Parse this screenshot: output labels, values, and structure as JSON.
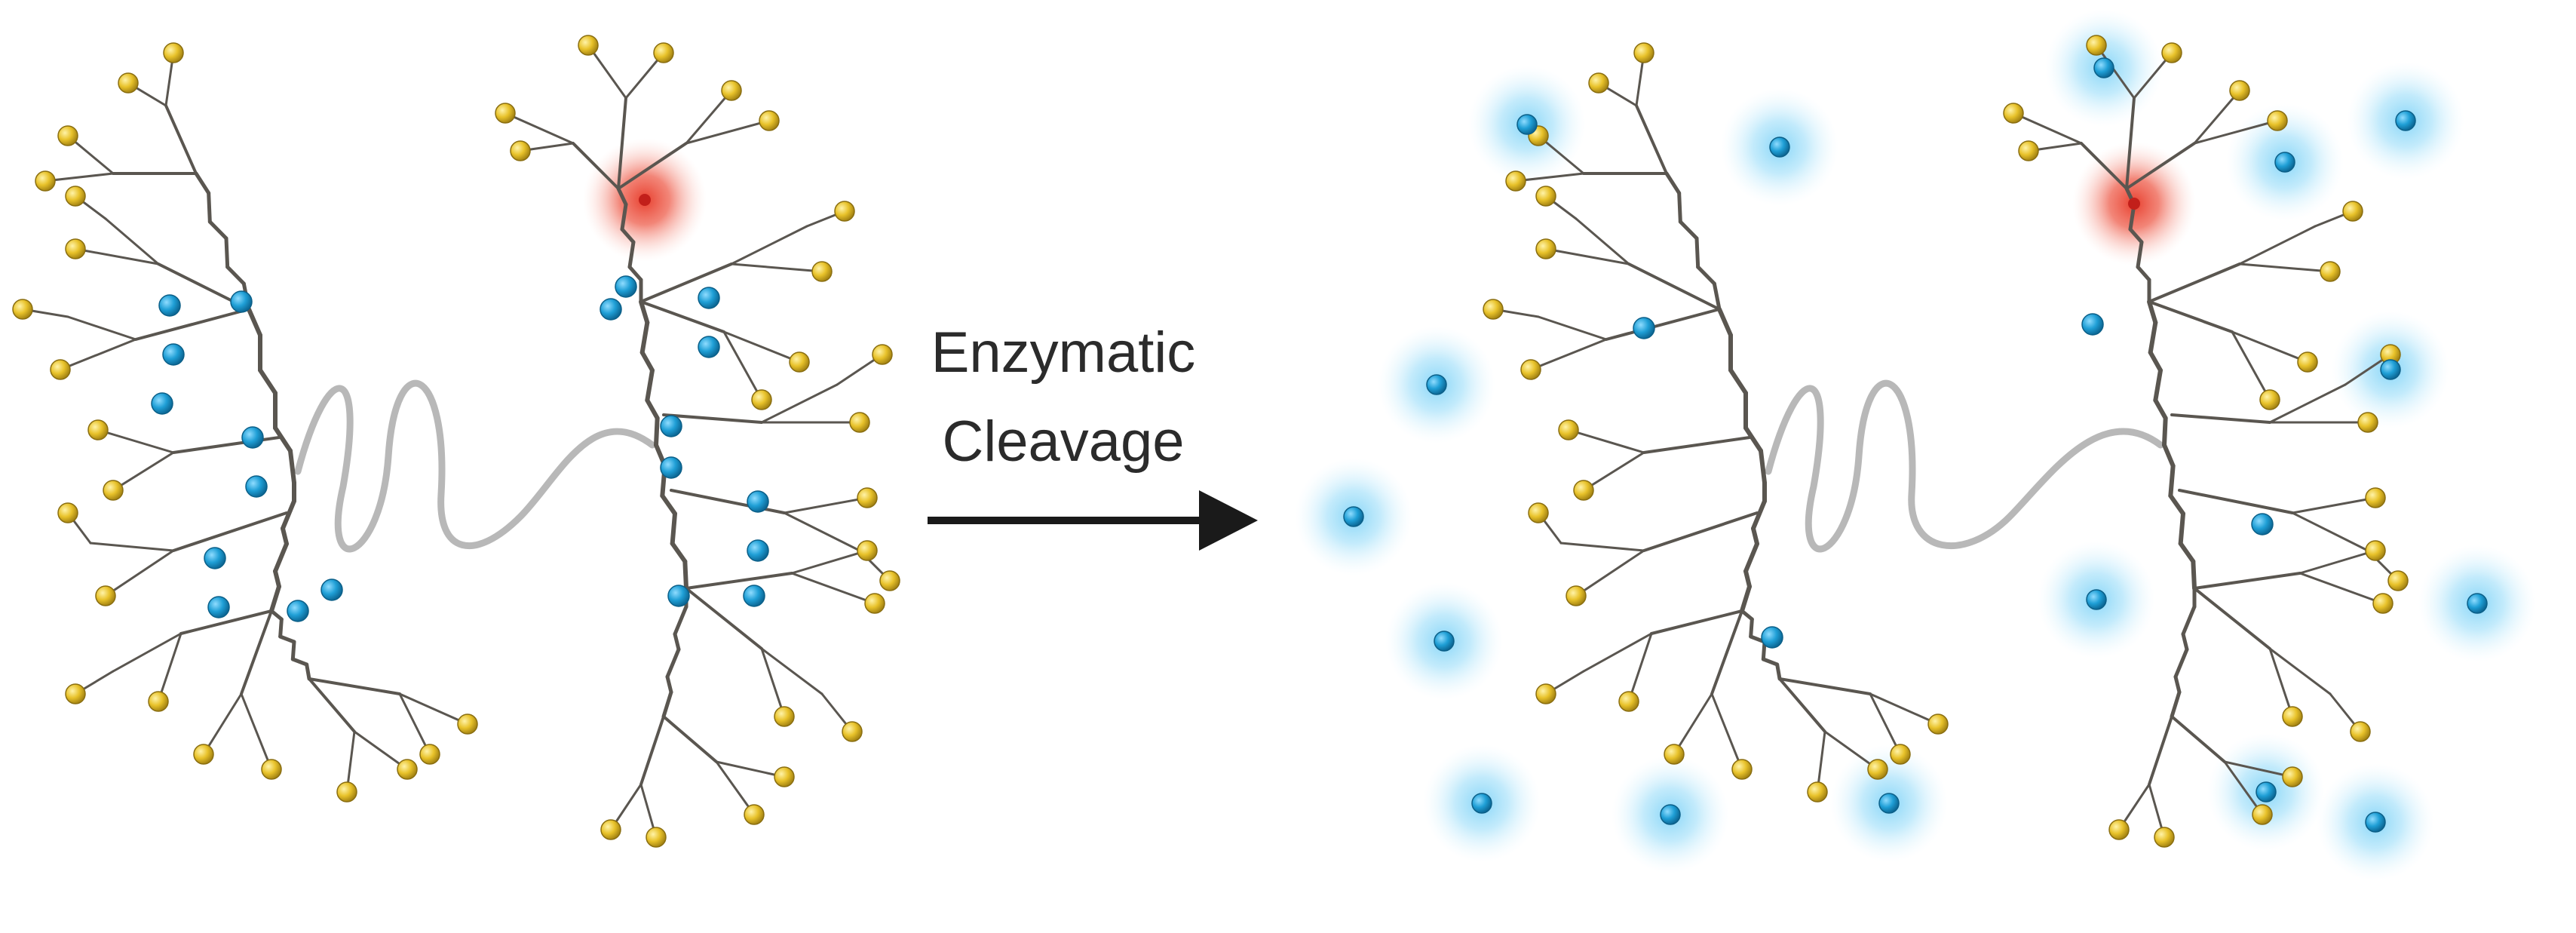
{
  "arrow_label": {
    "line1": "Enzymatic",
    "line2": "Cleavage"
  },
  "colors": {
    "background": "#ffffff",
    "backbone": "#5a5650",
    "linker": "#b8b8b8",
    "end_group": "#e8c22a",
    "payload": "#1f9fd6",
    "payload_glow": "#9fdcf5",
    "trigger": "#d9322a",
    "trigger_glow": "#f39a8a",
    "arrow": "#1a1a1a"
  },
  "icons": {
    "end_group": "yellow-sphere-icon",
    "payload": "blue-sphere-icon",
    "trigger": "red-glow-icon"
  },
  "states": [
    "before-cleavage",
    "after-cleavage"
  ]
}
